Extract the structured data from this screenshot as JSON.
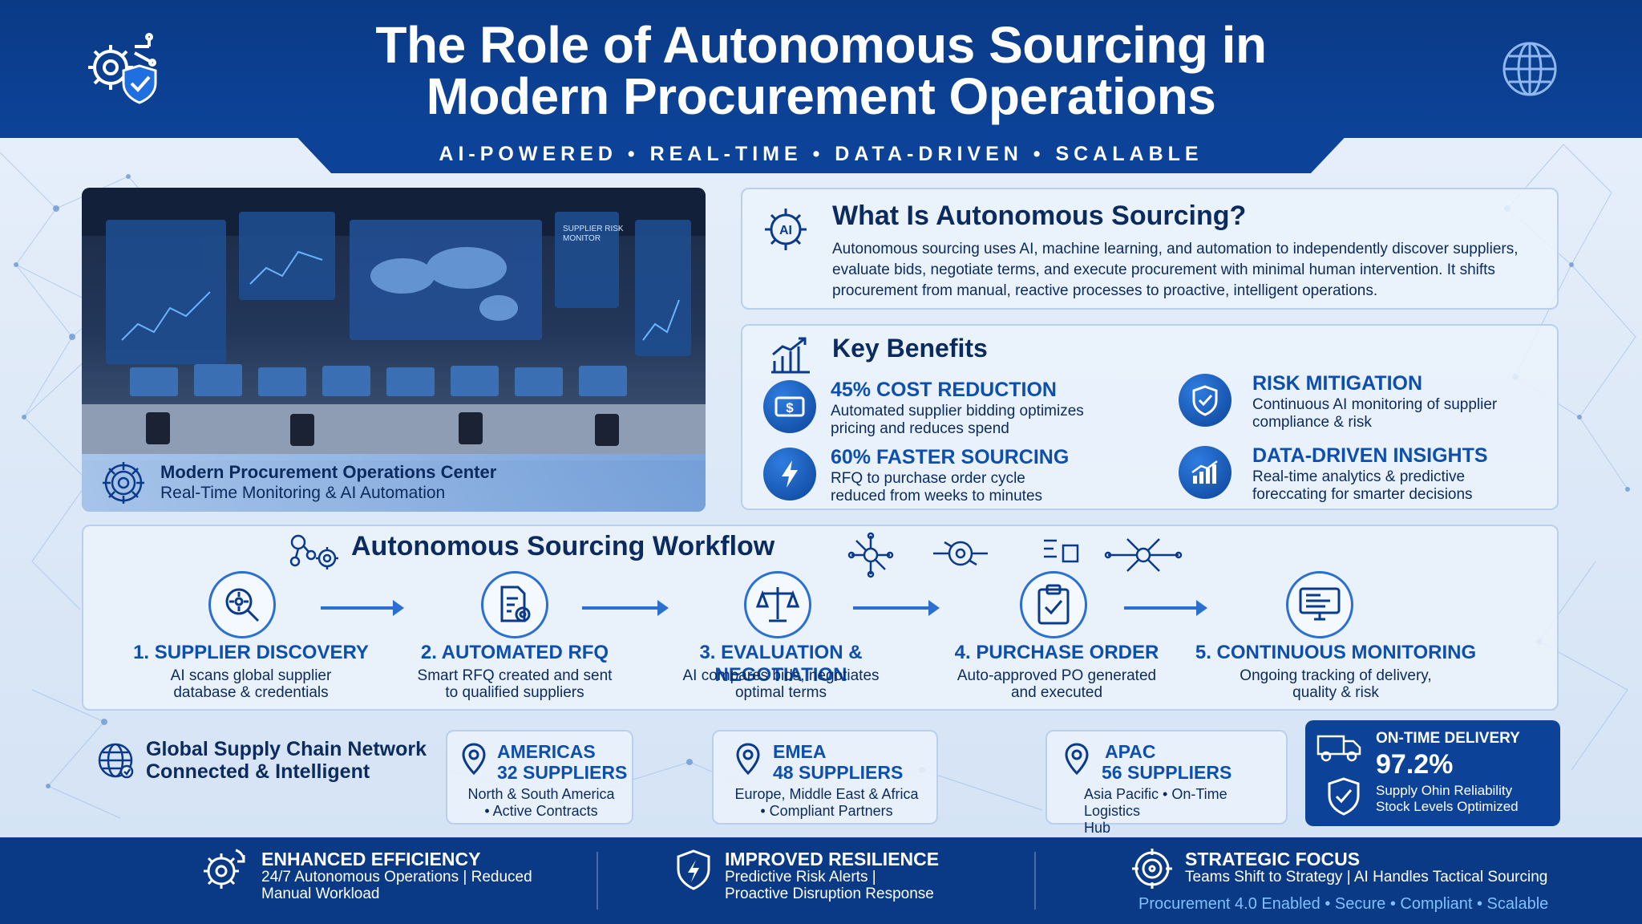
{
  "header": {
    "title_line1": "The Role of Autonomous Sourcing in",
    "title_line2": "Modern Procurement Operations",
    "tagline": "AI-POWERED • REAL-TIME • DATA-DRIVEN • SCALABLE"
  },
  "hero": {
    "caption_title": "Modern Procurement Operations Center",
    "caption_subtitle": "Real-Time Monitoring & AI Automation",
    "screen_text_1": "SUPPLIER RISK",
    "screen_text_2": "MONITOR"
  },
  "what": {
    "icon_text": "AI",
    "heading": "What Is Autonomous Sourcing?",
    "body": "Autonomous sourcing uses AI, machine learning, and automation to independently discover suppliers, evaluate bids, negotiate terms, and execute procurement with minimal human intervention. It shifts procurement from manual, reactive processes to proactive, intelligent operations."
  },
  "benefits": {
    "heading": "Key Benefits",
    "items": [
      {
        "title": "45% COST REDUCTION",
        "desc1": "Automated supplier bidding optimizes",
        "desc2": "pricing and reduces spend",
        "icon": "dollar-icon"
      },
      {
        "title": "60% FASTER SOURCING",
        "desc1": "RFQ to purchase order cycle",
        "desc2": "reduced from weeks to minutes",
        "icon": "lightning-icon"
      },
      {
        "title": "RISK MITIGATION",
        "desc1": "Continuous AI monitoring of supplier",
        "desc2": "compliance & risk",
        "icon": "shield-check-icon"
      },
      {
        "title": "DATA-DRIVEN INSIGHTS",
        "desc1": "Real-time analytics & predictive",
        "desc2": "foreccating for smarter decisions",
        "icon": "chart-up-icon"
      }
    ]
  },
  "workflow": {
    "heading": "Autonomous Sourcing Workflow",
    "steps": [
      {
        "title": "1. SUPPLIER DISCOVERY",
        "desc1": "AI scans global supplier",
        "desc2": "database & credentials"
      },
      {
        "title": "2. AUTOMATED RFQ",
        "desc1": "Smart RFQ created and sent",
        "desc2": "to qualified suppliers"
      },
      {
        "title": "3. EVALUATION & NEGOTIATION",
        "desc1": "AI compares bids, negotiates",
        "desc2": "optimal terms"
      },
      {
        "title": "4. PURCHASE ORDER",
        "desc1": "Auto-approved PO generated",
        "desc2": "and executed"
      },
      {
        "title": "5. CONTINUOUS MONITORING",
        "desc1": "Ongoing tracking of delivery,",
        "desc2": "quality & risk"
      }
    ]
  },
  "network": {
    "title1": "Global Supply Chain Network",
    "title2": "Connected & Intelligent",
    "regions": [
      {
        "name": "AMERICAS",
        "count": "32 SUPPLIERS",
        "desc1": "North & South America",
        "desc2": "• Active Contracts"
      },
      {
        "name": "EMEA",
        "count": "48 SUPPLIERS",
        "desc1": "Europe, Middle East & Africa",
        "desc2": "• Compliant Partners"
      },
      {
        "name": "APAC",
        "count": "56 SUPPLIERS",
        "desc1": "Asia Pacific • On-Time Logistics",
        "desc2": "Hub"
      }
    ]
  },
  "ontime": {
    "label": "ON-TIME DELIVERY",
    "value": "97.2%",
    "line1": "Supply Ohin Reliability",
    "line2": "Stock Levels Optimized"
  },
  "footer": {
    "items": [
      {
        "title": "ENHANCED EFFICIENCY",
        "desc1": "24/7 Autonomous Operations | Reduced",
        "desc2": "Manual Workload"
      },
      {
        "title": "IMPROVED RESILIENCE",
        "desc1": "Predictive Risk Alerts |",
        "desc2": "Proactive Disruption Response"
      },
      {
        "title": "STRATEGIC FOCUS",
        "desc1": "Teams Shift to Strategy | AI Handles Tactical Sourcing",
        "desc2": ""
      }
    ],
    "tagline": "Procurement 4.0 Enabled • Secure • Compliant • Scalable"
  },
  "colors": {
    "navy": "#0a3a86",
    "accent": "#0e4fae",
    "link_blue": "#2b6fd1",
    "tag_blue": "#7fc0ff"
  }
}
